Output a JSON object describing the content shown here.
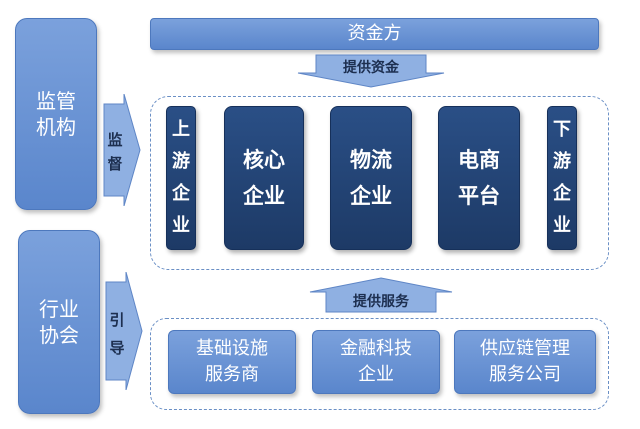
{
  "funder": "资金方",
  "provide_funds": "提供资金",
  "regulator": "监管\n机构",
  "supervise": "监\n督",
  "upstream": "上\n游\n企\n业",
  "core": "核心\n企业",
  "logistics": "物流\n企业",
  "ecommerce": "电商\n平台",
  "downstream": "下\n游\n企\n业",
  "provide_services": "提供服务",
  "industry_assoc": "行业\n协会",
  "guide": "引\n导",
  "infra": "基础设施\n服务商",
  "fintech": "金融科技\n企业",
  "scm": "供应链管理\n服务公司",
  "colors": {
    "light": "#6b94d6",
    "dark": "#1f3d6c",
    "dash": "#6a8fc5"
  }
}
